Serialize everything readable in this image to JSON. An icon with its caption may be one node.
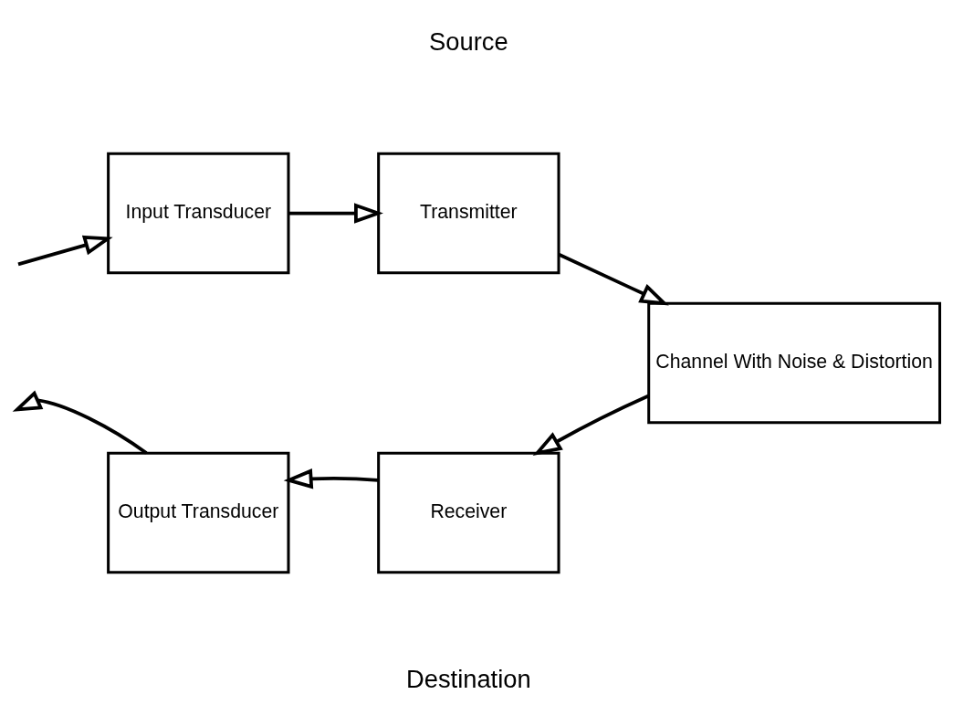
{
  "diagram": {
    "nodes": [
      {
        "text": [
          "Input Transducer"
        ]
      },
      {
        "text": [
          "Transmitter"
        ]
      },
      {
        "text": [
          "Channel With Noise & Distortion"
        ]
      },
      {
        "text": [
          "Receiver"
        ]
      },
      {
        "text": [
          "Output Transducer"
        ]
      }
    ],
    "edges": [
      {
        "from": null,
        "to": 0,
        "arrow": "to"
      },
      {
        "from": 0,
        "to": 1,
        "arrow": "to"
      },
      {
        "from": 1,
        "to": 2,
        "arrow": "to"
      },
      {
        "from": 2,
        "to": 3,
        "arrow": "to"
      },
      {
        "from": 3,
        "to": 4,
        "arrow": "to"
      },
      {
        "from": 4,
        "to": null,
        "arrow": "to"
      }
    ],
    "labels": [
      "Source",
      "Destination"
    ]
  }
}
